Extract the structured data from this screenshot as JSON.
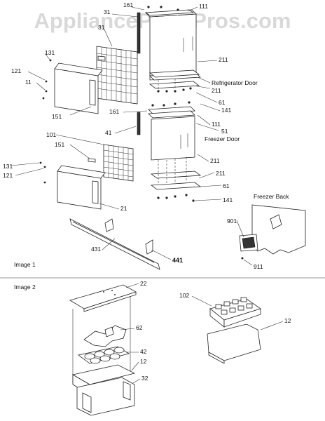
{
  "watermark": "AppliancePartsPros.com",
  "sections": {
    "image1": "Image 1",
    "image2": "Image 2"
  },
  "captions": {
    "refrigerator_door": "Refrigerator Door",
    "freezer_door": "Freezer Door",
    "freezer_back": "Freezer Back"
  },
  "callouts": {
    "c161a": "161",
    "c31a": "31",
    "c31b": "31",
    "c111a": "111",
    "c131a": "131",
    "c121a": "121",
    "c11": "11",
    "c211a": "211",
    "c211b": "211",
    "c61a": "61",
    "c151a": "151",
    "c161b": "161",
    "c141a": "141",
    "c111b": "111",
    "c41": "41",
    "c51": "51",
    "c101": "101",
    "c151b": "151",
    "c211c": "211",
    "c131b": "131",
    "c121b": "121",
    "c211d": "211",
    "c61b": "61",
    "c141b": "141",
    "c21": "21",
    "c901": "901",
    "c431": "431",
    "c441": "441",
    "c911": "911",
    "c22": "22",
    "c62": "62",
    "c42": "42",
    "c12a": "12",
    "c32": "32",
    "c102": "102",
    "c12b": "12"
  }
}
